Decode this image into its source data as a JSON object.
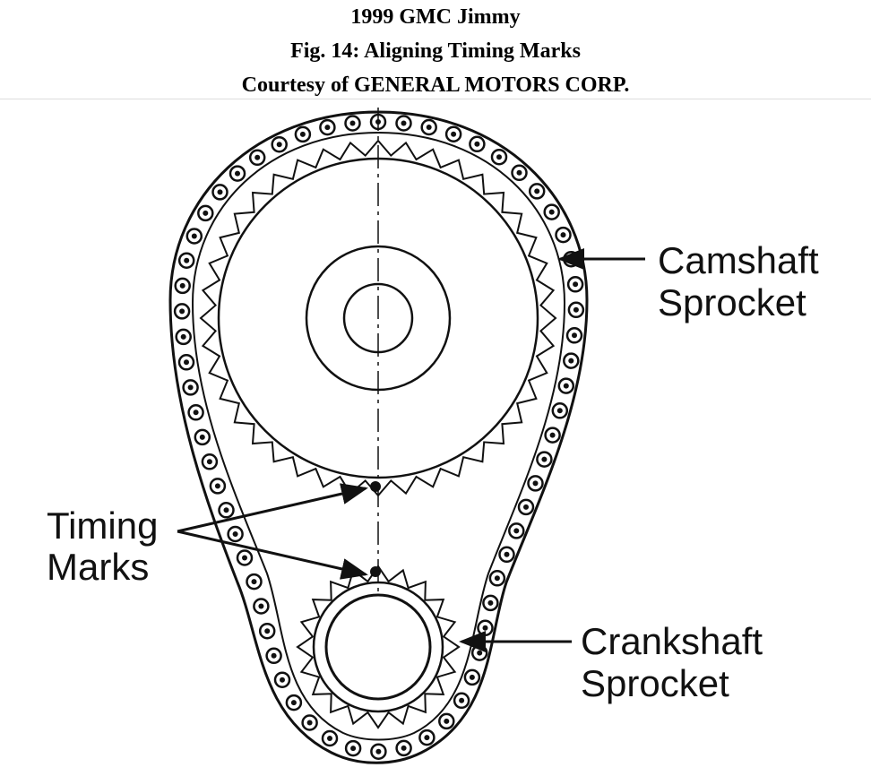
{
  "header": {
    "line1": "1999 GMC Jimmy",
    "line2": "Fig. 14: Aligning Timing Marks",
    "line3": "Courtesy of GENERAL MOTORS CORP."
  },
  "diagram": {
    "labels": {
      "camshaft_line1": "Camshaft",
      "camshaft_line2": "Sprocket",
      "timing_line1": "Timing",
      "timing_line2": "Marks",
      "crankshaft_line1": "Crankshaft",
      "crankshaft_line2": "Sprocket"
    },
    "colors": {
      "ink": "#111111",
      "paper": "#ffffff"
    }
  }
}
